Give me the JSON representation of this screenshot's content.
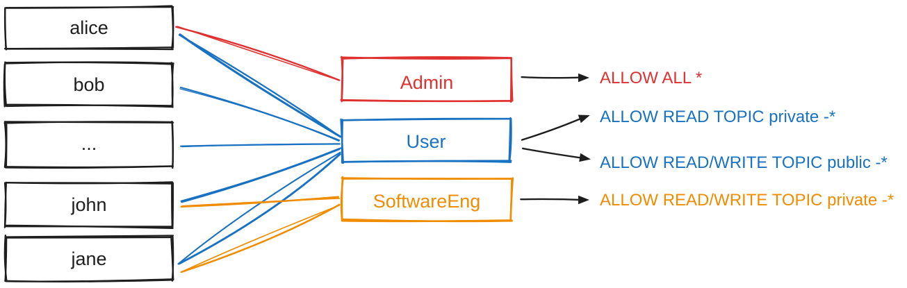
{
  "diagram_title": "",
  "colors": {
    "black": "#1e1e1e",
    "red": "#e03131",
    "blue": "#1971c2",
    "orange": "#f08c00",
    "background": "#ffffff"
  },
  "users": [
    {
      "label": "alice"
    },
    {
      "label": "bob"
    },
    {
      "label": "..."
    },
    {
      "label": "john"
    },
    {
      "label": "jane"
    }
  ],
  "roles": [
    {
      "label": "Admin",
      "color": "red"
    },
    {
      "label": "User",
      "color": "blue"
    },
    {
      "label": "SoftwareEng",
      "color": "orange"
    }
  ],
  "permissions": [
    {
      "label": "ALLOW ALL *",
      "color": "red"
    },
    {
      "label": "ALLOW READ TOPIC private -*",
      "color": "blue"
    },
    {
      "label": "ALLOW READ/WRITE TOPIC public -*",
      "color": "blue"
    },
    {
      "label": "ALLOW READ/WRITE TOPIC private -*",
      "color": "orange"
    }
  ],
  "edges": {
    "user_role": [
      {
        "user": "alice",
        "role": "Admin",
        "color": "red"
      },
      {
        "user": "alice",
        "role": "User",
        "color": "blue"
      },
      {
        "user": "bob",
        "role": "User",
        "color": "blue"
      },
      {
        "user": "...",
        "role": "User",
        "color": "blue"
      },
      {
        "user": "john",
        "role": "User",
        "color": "blue"
      },
      {
        "user": "jane",
        "role": "User",
        "color": "blue"
      },
      {
        "user": "john",
        "role": "SoftwareEng",
        "color": "orange"
      },
      {
        "user": "jane",
        "role": "SoftwareEng",
        "color": "orange"
      }
    ],
    "role_permission": [
      {
        "role": "Admin",
        "permission": "ALLOW ALL *"
      },
      {
        "role": "User",
        "permission": "ALLOW READ TOPIC private -*"
      },
      {
        "role": "User",
        "permission": "ALLOW READ/WRITE TOPIC public -*"
      },
      {
        "role": "SoftwareEng",
        "permission": "ALLOW READ/WRITE TOPIC private -*"
      }
    ]
  }
}
